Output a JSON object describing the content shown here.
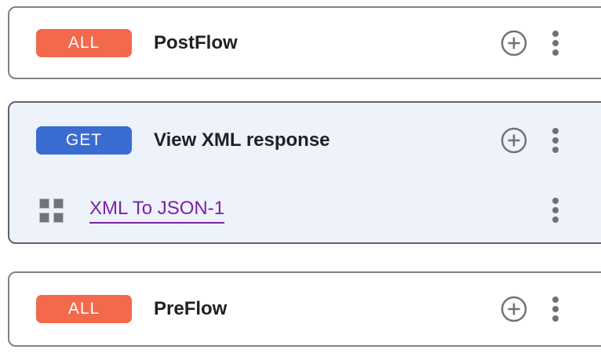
{
  "colors": {
    "all_badge": "#F4694B",
    "get_badge": "#3A6CD1",
    "selected_card_bg": "#EEF2FB",
    "card_border": "#7E8287",
    "selected_card_border": "#5F6368",
    "link_purple": "#7B22A8",
    "icon_gray": "#6E7276",
    "title_text": "#202124"
  },
  "cards": [
    {
      "badge": {
        "label": "ALL",
        "color": "#F4694B"
      },
      "title": "PostFlow",
      "selected": false
    },
    {
      "badge": {
        "label": "GET",
        "color": "#3A6CD1"
      },
      "title": "View XML response",
      "selected": true,
      "policies": [
        {
          "name": "XML To JSON-1"
        }
      ]
    },
    {
      "badge": {
        "label": "ALL",
        "color": "#F4694B"
      },
      "title": "PreFlow",
      "selected": false
    }
  ]
}
